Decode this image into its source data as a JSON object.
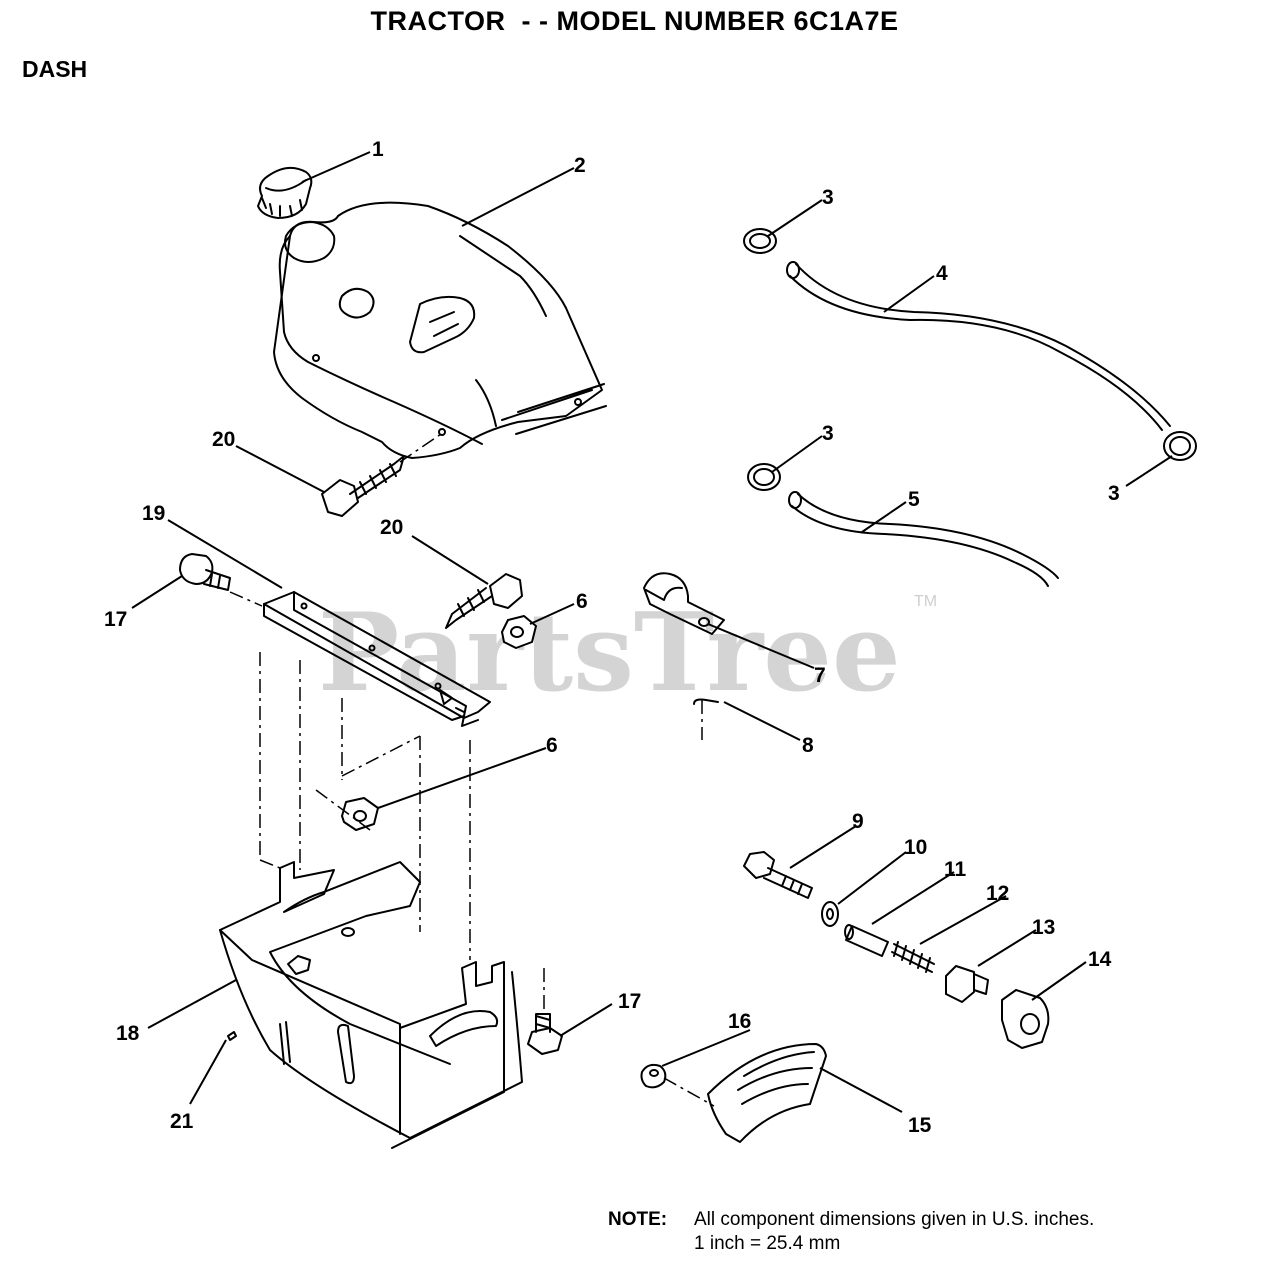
{
  "header": {
    "title": "TRACTOR  - - MODEL NUMBER 6C1A7E",
    "section": "DASH"
  },
  "watermark": {
    "text": "PartsTree",
    "trademark": "TM"
  },
  "callouts": {
    "c1": "1",
    "c2": "2",
    "c3a": "3",
    "c3b": "3",
    "c3c": "3",
    "c4": "4",
    "c5": "5",
    "c6a": "6",
    "c6b": "6",
    "c7": "7",
    "c8": "8",
    "c9": "9",
    "c10": "10",
    "c11": "11",
    "c12": "12",
    "c13": "13",
    "c14": "14",
    "c15": "15",
    "c16": "16",
    "c17a": "17",
    "c17b": "17",
    "c18": "18",
    "c19": "19",
    "c20a": "20",
    "c20b": "20",
    "c21": "21"
  },
  "note": {
    "label": "NOTE:",
    "line1": "All component dimensions given in U.S. inches.",
    "line2": "1 inch = 25.4 mm"
  }
}
